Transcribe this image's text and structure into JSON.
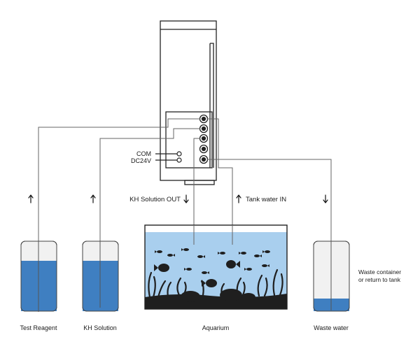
{
  "device": {
    "port_labels": {
      "com": "COM",
      "dc24v": "DC24V"
    }
  },
  "flow_labels": {
    "kh_out": "KH Solution OUT",
    "tank_in": "Tank water IN"
  },
  "containers": {
    "test_reagent": {
      "label": "Test Reagent",
      "fill_level": 0.72
    },
    "kh_solution": {
      "label": "KH Solution",
      "fill_level": 0.72
    },
    "aquarium": {
      "label": "Aquarium"
    },
    "waste_water": {
      "label": "Waste water",
      "fill_level": 0.18
    }
  },
  "annotations": {
    "waste_line1": "Waste container",
    "waste_line2": "or return to tank"
  },
  "icons": {
    "up_arrow": "arrow-up-icon",
    "down_arrow": "arrow-down-icon"
  },
  "colors": {
    "water": "#3f7fc1",
    "water_light": "#a9cfee",
    "line": "#555555",
    "device": "#222222",
    "silhouette": "#1f1f1f",
    "empty": "#f1f1f1"
  }
}
